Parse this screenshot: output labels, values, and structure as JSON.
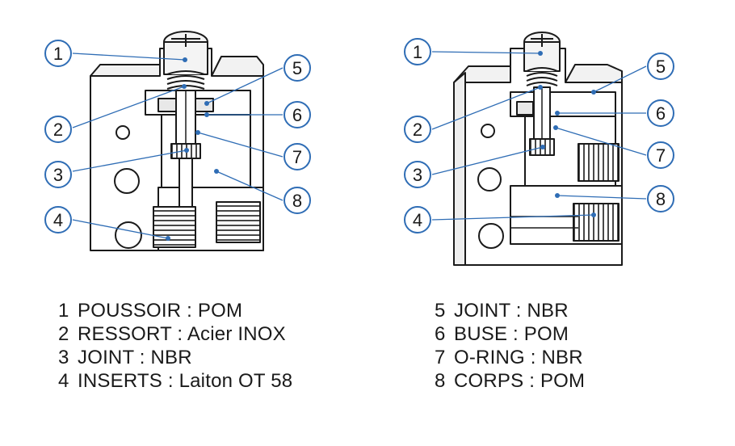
{
  "diagram": {
    "accent_color": "#2f6db5",
    "line_color": "#1a1a1a",
    "left_view": {
      "callouts": [
        "1",
        "2",
        "3",
        "4",
        "5",
        "6",
        "7",
        "8"
      ]
    },
    "right_view": {
      "callouts": [
        "1",
        "2",
        "3",
        "4",
        "5",
        "6",
        "7",
        "8"
      ]
    }
  },
  "legend": {
    "left": [
      {
        "num": "1",
        "text": "POUSSOIR : POM"
      },
      {
        "num": "2",
        "text": "RESSORT : Acier INOX"
      },
      {
        "num": "3",
        "text": "JOINT : NBR"
      },
      {
        "num": "4",
        "text": "INSERTS : Laiton OT 58"
      }
    ],
    "right": [
      {
        "num": "5",
        "text": "JOINT : NBR"
      },
      {
        "num": "6",
        "text": "BUSE : POM"
      },
      {
        "num": "7",
        "text": "O-RING : NBR"
      },
      {
        "num": "8",
        "text": "CORPS : POM"
      }
    ]
  }
}
